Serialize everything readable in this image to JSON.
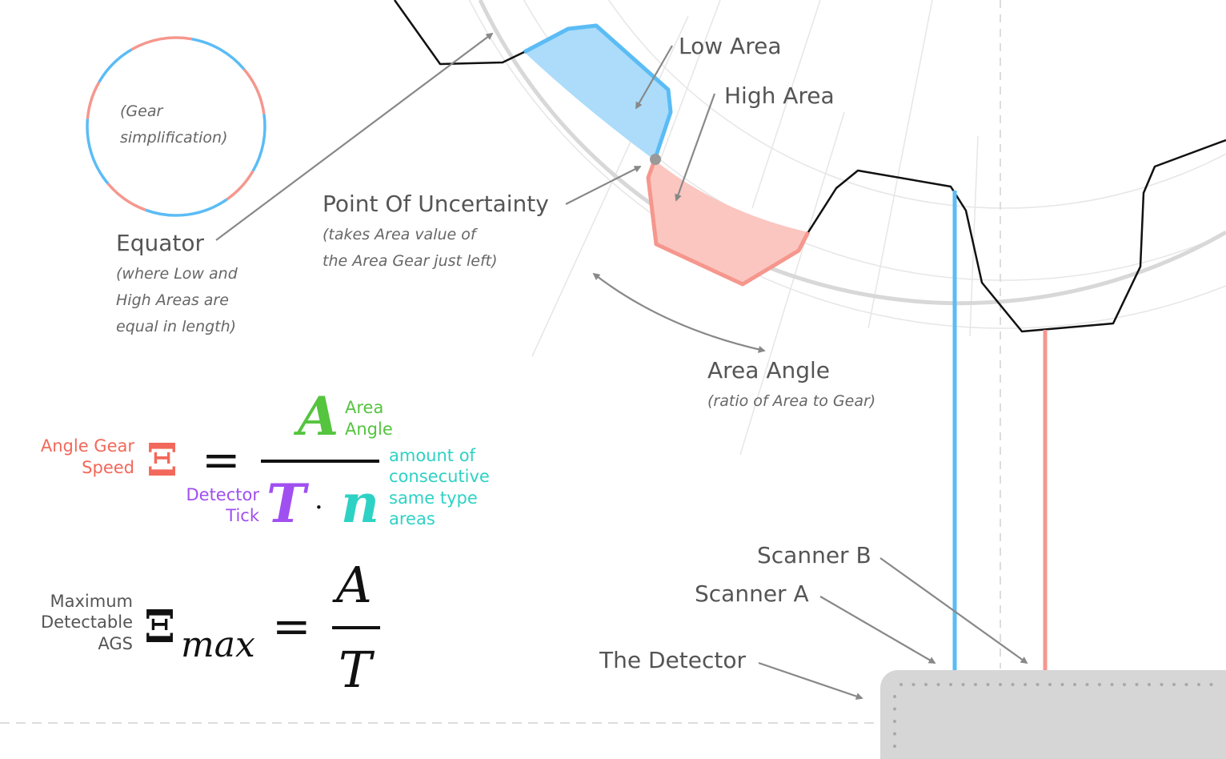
{
  "labels": {
    "gear_simplification": [
      "(Gear",
      "simplification)"
    ],
    "equator_title": "Equator",
    "equator_note": [
      "(where Low and",
      "High Areas are",
      "equal in length)"
    ],
    "low_area": "Low Area",
    "high_area": "High Area",
    "point_of_uncertainty": "Point Of Uncertainty",
    "uncertainty_note": [
      "(takes Area value of",
      "the Area Gear just left)"
    ],
    "area_angle": "Area Angle",
    "area_angle_note": "(ratio of Area to Gear)",
    "scanner_a": "Scanner A",
    "scanner_b": "Scanner B",
    "the_detector": "The Detector"
  },
  "formula1": {
    "lhs_label": [
      "Angle Gear",
      "Speed"
    ],
    "lhs_symbol": "Ξ",
    "equals": "=",
    "numerator": "A",
    "numerator_label": [
      "Area",
      "Angle"
    ],
    "denominator_t": "T",
    "dot": "·",
    "denominator_n": "n",
    "t_label": [
      "Detector",
      "Tick"
    ],
    "n_label": [
      "amount of",
      "consecutive",
      "same type",
      "areas"
    ]
  },
  "formula2": {
    "lhs_label": [
      "Maximum",
      "Detectable",
      "AGS"
    ],
    "lhs_symbol": "Ξ",
    "subscript": "max",
    "equals": "=",
    "numerator": "A",
    "denominator": "T"
  },
  "colors": {
    "low_area": "#5bbcf5",
    "low_area_fill": "#acdcfa",
    "high_area": "#f5978d",
    "high_area_fill": "#fbc6c0",
    "angle_speed": "#f2685a",
    "area_angle": "#55c43f",
    "detector_tick": "#a04ff0",
    "consecutive": "#2ed2c4",
    "label_text": "#555555",
    "detector_fill": "#d6d6d6"
  }
}
